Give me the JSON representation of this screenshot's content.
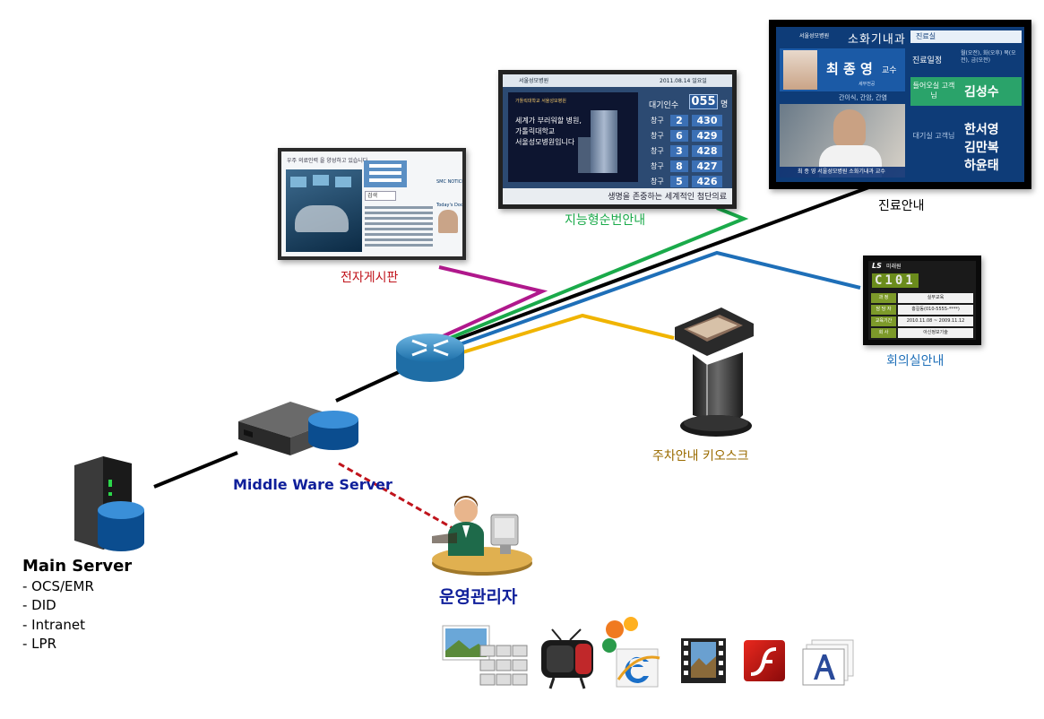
{
  "colors": {
    "magenta": "#b0188c",
    "green": "#1aaa4a",
    "black": "#000000",
    "blue": "#1e6fb8",
    "yellow": "#f0b400",
    "dashed": "#c0141c",
    "label_red": "#c0141c",
    "label_green": "#1aaa4a",
    "label_blue": "#1e6fb8",
    "label_gold": "#9a6b00",
    "label_navy": "#0f1f9a"
  },
  "labels": {
    "board": "전자게시판",
    "queue": "지능형순번안내",
    "clinic": "진료안내",
    "meeting": "회의실안내",
    "kiosk": "주차안내 키오스크",
    "middleware": "Middle Ware Server",
    "operator": "운영관리자",
    "main_title": "Main Server",
    "main_items": [
      "- OCS/EMR",
      "- DID",
      "- Intranet",
      "- LPR"
    ]
  },
  "board_screen": {
    "top": "우주 의료인력 을 양성하고 있습니다",
    "search": "검색",
    "notice": "SMC NOTICE",
    "doctor": "Today's Doctor"
  },
  "queue_screen": {
    "logo": "서울성모병원",
    "date": "2011.08.14 일요일",
    "waiting_label": "대기인수",
    "waiting_value": "055",
    "waiting_unit": "명",
    "rows": [
      {
        "label": "창구",
        "window": "2",
        "number": "430"
      },
      {
        "label": "창구",
        "window": "6",
        "number": "429"
      },
      {
        "label": "창구",
        "window": "3",
        "number": "428"
      },
      {
        "label": "창구",
        "window": "8",
        "number": "427"
      },
      {
        "label": "창구",
        "window": "5",
        "number": "426"
      }
    ],
    "ad_lines": [
      "세계가 부러워할 병원,",
      "가톨릭대학교",
      "서울성모병원입니다"
    ],
    "ad_top": "가톨릭대학교 서울성모병원",
    "ticker": "생명을 존중하는 세계적인 첨단의료"
  },
  "clinic_screen": {
    "hospital": "서울성모병원",
    "department": "소화기내과",
    "room": "진료실",
    "doctor_name": "최 종 영",
    "doctor_title": "교수",
    "doctor_sub": "세부전공",
    "specialty": "간이식, 간암, 간염",
    "schedule_label": "진료일정",
    "schedule_value": "월(오전), 화(오후) 목(오전), 금(오전)",
    "incoming_label": "들어오실 고객님",
    "incoming_name": "김성수",
    "waiting_label": "대기실 고객님",
    "waiting_names": [
      "한서영",
      "김만복",
      "하윤태"
    ],
    "caption": "최 종 영  서울성모병원 소화기내과 교수"
  },
  "meeting_screen": {
    "logo": "LS",
    "company": "미래원",
    "room": "C101",
    "rows": [
      {
        "label": "과   정",
        "value": "실무교육"
      },
      {
        "label": "담 당 자",
        "value": "홍길동(010-5555-****)"
      },
      {
        "label": "교육기간",
        "value": "2010.11.08 ~ 2009.11.12"
      },
      {
        "label": "회   사",
        "value": "아신정보기술"
      }
    ]
  },
  "media_icons": [
    "gallery-icon",
    "tv-icon",
    "internet-explorer-icon",
    "video-film-icon",
    "flash-icon",
    "font-icon"
  ]
}
